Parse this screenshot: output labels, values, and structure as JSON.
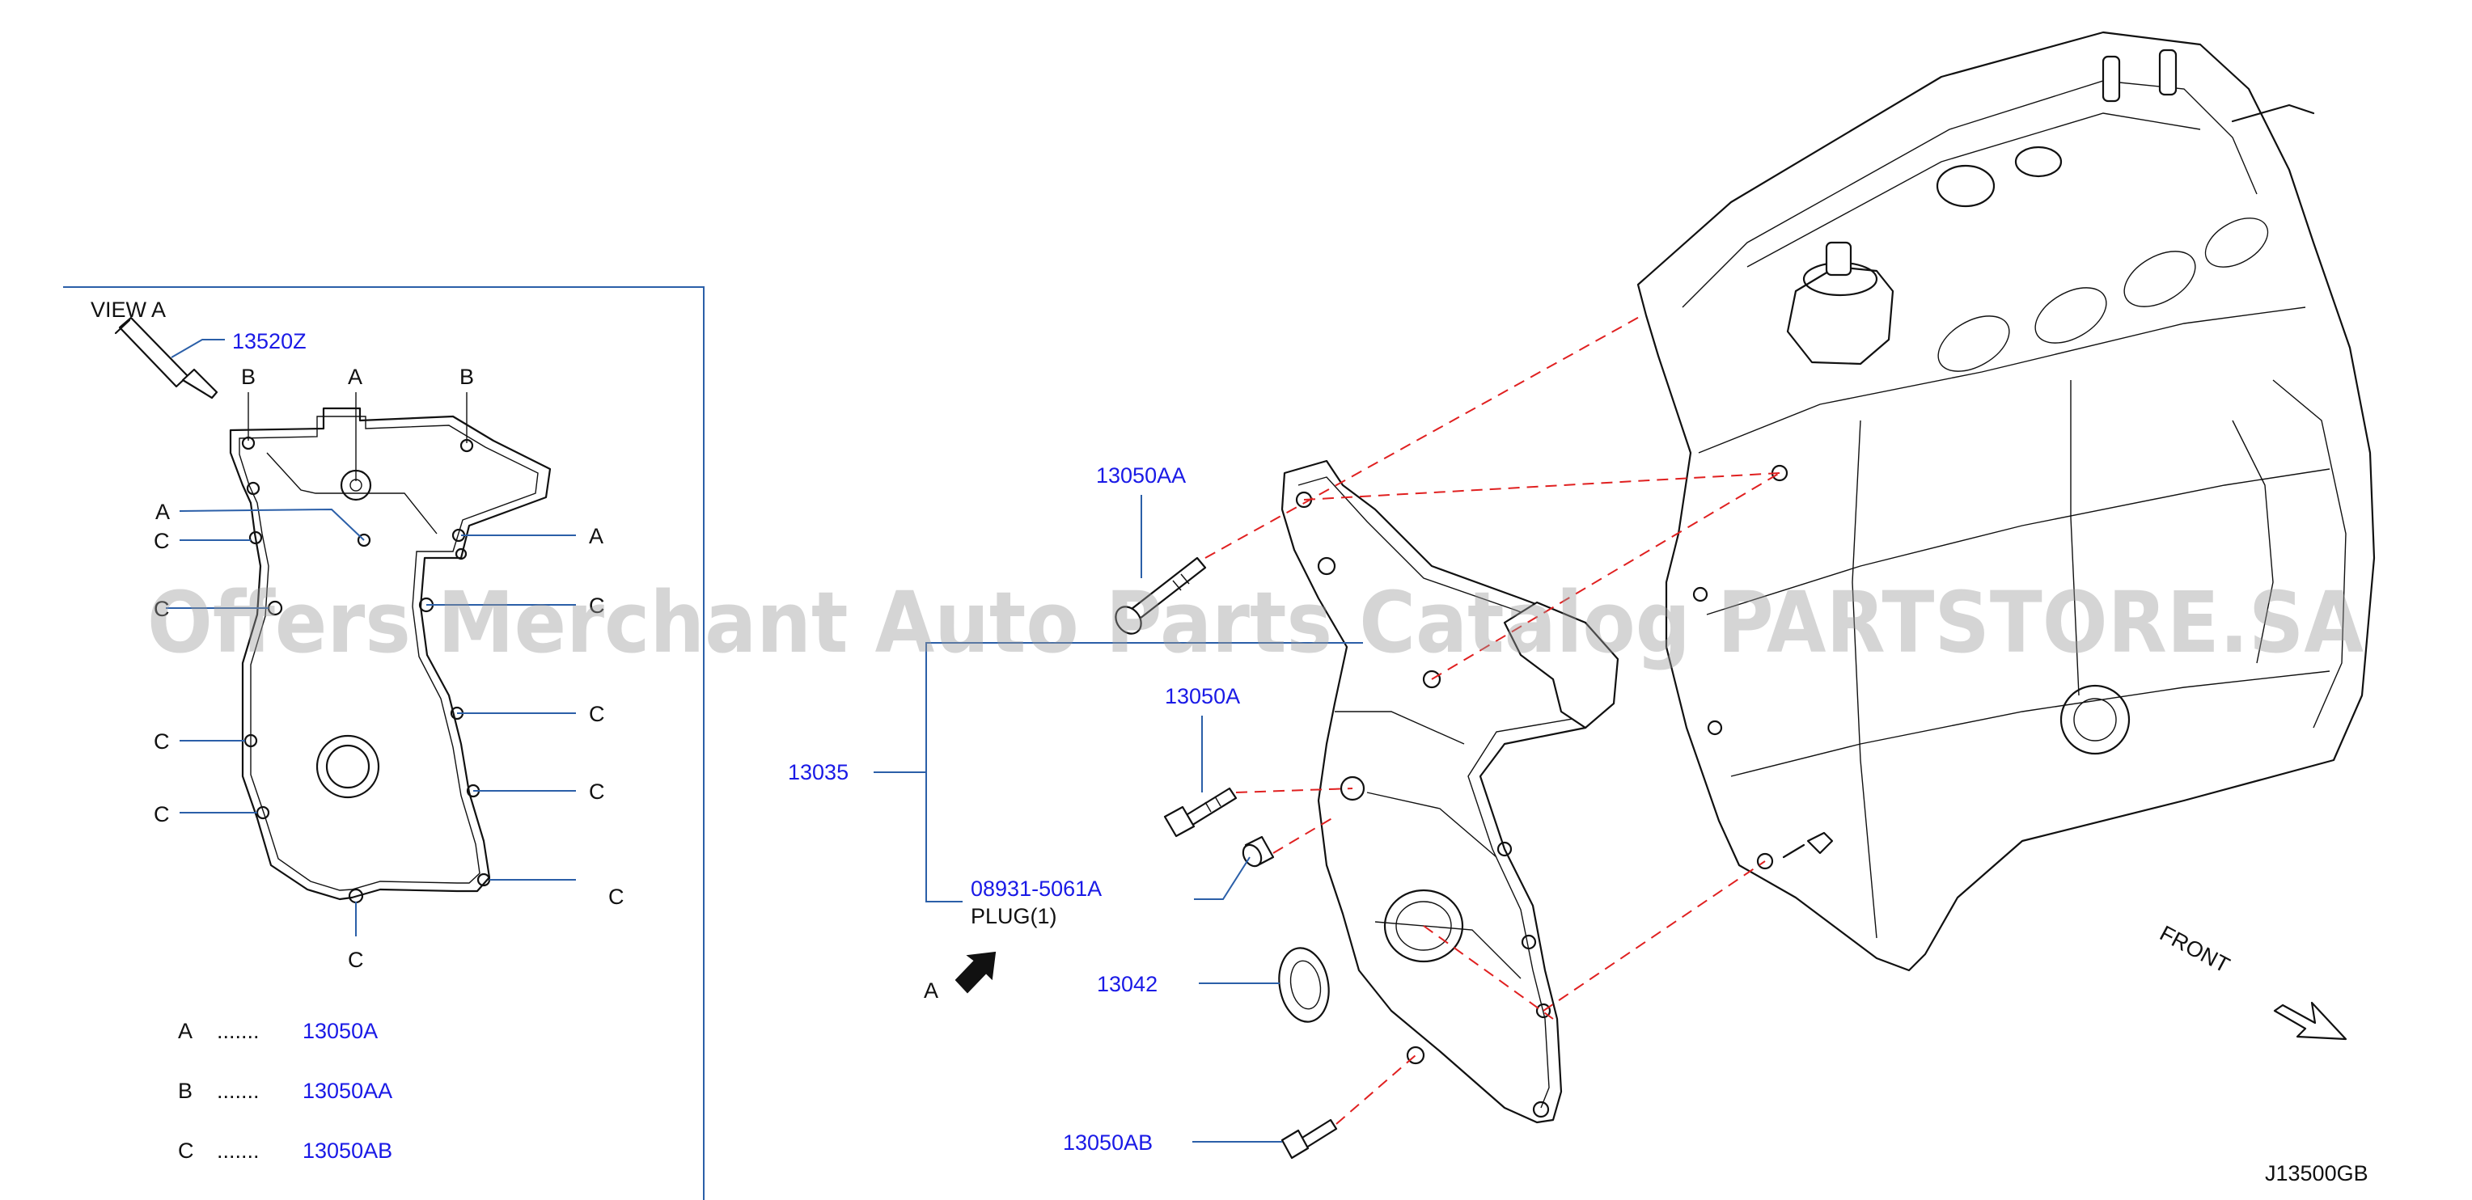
{
  "view_label": "VIEW   A",
  "parts": {
    "sealant": "13520Z",
    "bracket_bolt": "13050AA",
    "bolt": "13050A",
    "cover": "13035",
    "plug_number": "08931-5061A",
    "plug_name": "PLUG(1)",
    "oil_seal": "13042",
    "flange_bolt": "13050AB"
  },
  "view_letters": {
    "a": "A",
    "b": "B",
    "c": "C"
  },
  "legend": [
    {
      "key": "A",
      "dots": ".......",
      "part": "13050A"
    },
    {
      "key": "B",
      "dots": ".......",
      "part": "13050AA"
    },
    {
      "key": "C",
      "dots": ".......",
      "part": "13050AB"
    }
  ],
  "arrow_label": "A",
  "front_label": "FRONT",
  "diagram_code": "J13500GB",
  "watermark": "Offers Merchant Auto Parts Catalog PARTSTORE.SA",
  "colors": {
    "part_number": "#1a1ae6",
    "leader": "#2b5fa8",
    "dash_line": "#e02020",
    "drawing": "#111111"
  }
}
